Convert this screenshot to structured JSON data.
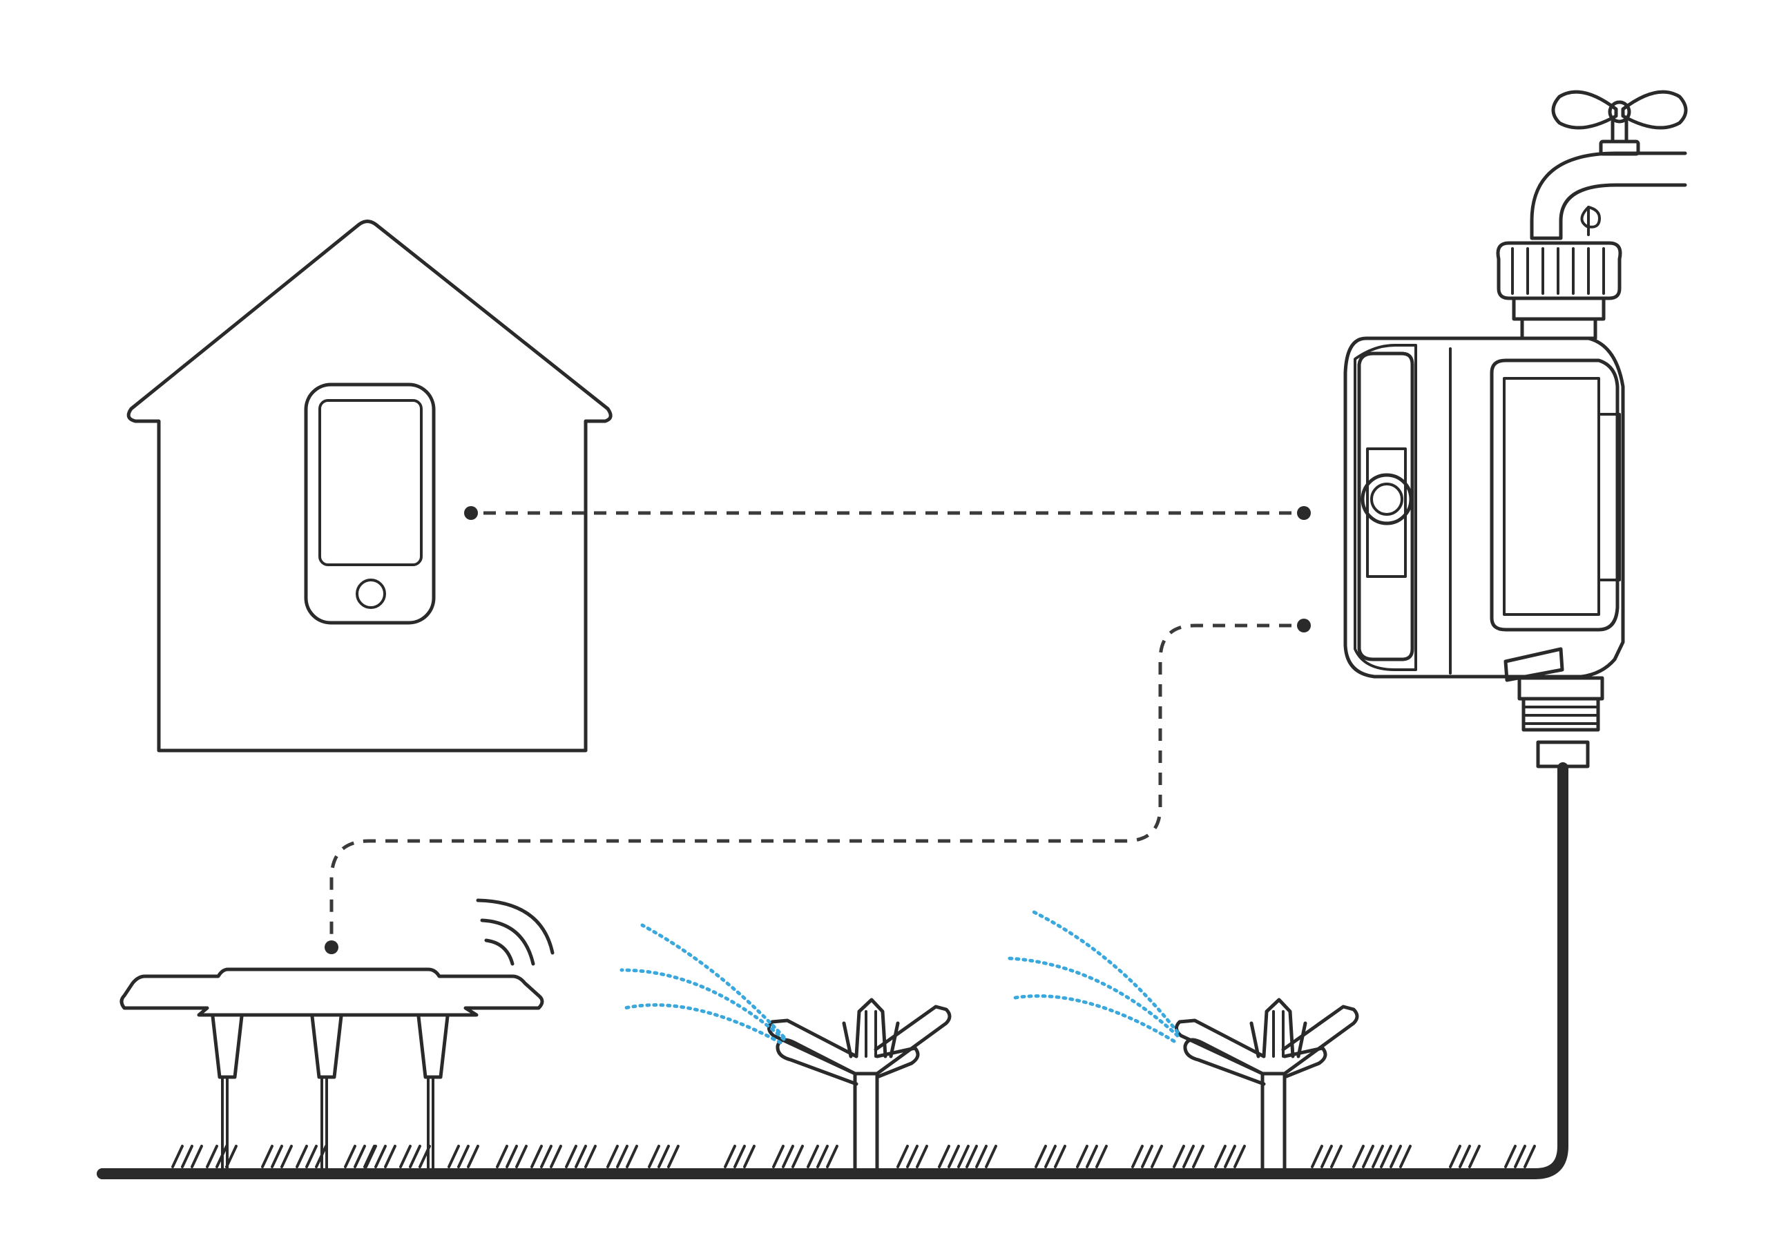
{
  "diagram": {
    "nodes": [
      {
        "id": "house",
        "icon": "house-icon"
      },
      {
        "id": "smartphone",
        "icon": "smartphone-icon"
      },
      {
        "id": "water-timer",
        "icon": "water-timer-icon"
      },
      {
        "id": "faucet",
        "icon": "faucet-icon"
      },
      {
        "id": "soil-sensor",
        "icon": "soil-moisture-sensor-icon"
      },
      {
        "id": "sprinkler-1",
        "icon": "sprinkler-icon"
      },
      {
        "id": "sprinkler-2",
        "icon": "sprinkler-icon"
      }
    ],
    "links": [
      {
        "from": "smartphone",
        "to": "water-timer",
        "style": "dashed"
      },
      {
        "from": "soil-sensor",
        "to": "water-timer",
        "style": "dashed"
      },
      {
        "from": "faucet",
        "to": "water-timer",
        "style": "solid"
      },
      {
        "from": "water-timer",
        "to": "sprinkler-1",
        "style": "hose"
      },
      {
        "from": "water-timer",
        "to": "sprinkler-2",
        "style": "hose"
      }
    ],
    "colors": {
      "line": "#2a2a2a",
      "spray": "#3aa8dc",
      "background": "#ffffff"
    }
  }
}
